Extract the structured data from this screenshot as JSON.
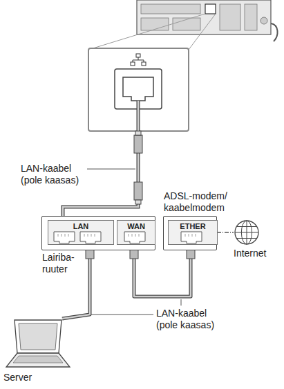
{
  "diagram": {
    "nodes": [
      {
        "text": [
          "Lairiba- ruuter"
        ]
      },
      {
        "text": [
          "LAN"
        ],
        "in": 0
      },
      {
        "text": [
          "WAN"
        ],
        "in": 0
      },
      {
        "text": [
          "ADSL-modem/ kaabelmodem"
        ]
      },
      {
        "text": [
          "ETHER"
        ],
        "in": 3
      },
      {
        "text": [
          "Internet"
        ]
      },
      {
        "text": [
          "Server"
        ]
      }
    ],
    "edges": [
      {
        "from": 1,
        "to": 6,
        "arrow": "none"
      },
      {
        "from": 2,
        "to": 4,
        "arrow": "none"
      },
      {
        "from": 3,
        "to": 5,
        "arrow": "none"
      }
    ],
    "labels": [
      "LAN-kaabel (pole kaasas)",
      "LAN-kaabel (pole kaasas)"
    ]
  }
}
